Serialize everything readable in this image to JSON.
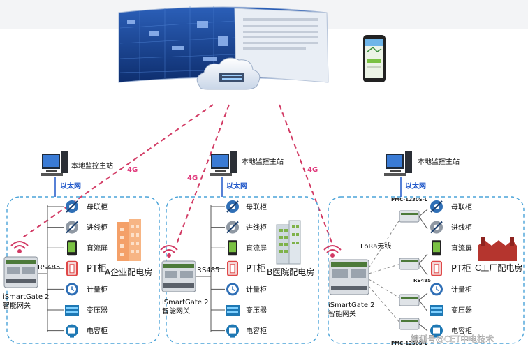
{
  "network": {
    "link_label": "4G"
  },
  "local_station": {
    "label": "本地监控主站",
    "ethernet_label": "以太网"
  },
  "gateway": {
    "model": "iSmartGate 2",
    "name": "智能网关",
    "bus_label": "RS485"
  },
  "sites": [
    {
      "name": "A企业配电房",
      "devices": [
        "母联柜",
        "进线柜",
        "直流屏",
        "PT柜",
        "计量柜",
        "变压器",
        "电容柜"
      ]
    },
    {
      "name": "B医院配电房",
      "devices": [
        "母联柜",
        "进线柜",
        "直流屏",
        "PT柜",
        "计量柜",
        "变压器",
        "电容柜"
      ]
    },
    {
      "name": "C工厂配电房",
      "devices": [
        "母联柜",
        "进线柜",
        "直流屏",
        "PT柜",
        "计量柜",
        "变压器",
        "电容柜"
      ],
      "wireless_label": "LoRa无线",
      "module_top": "PMC-1230S-L",
      "module_bottom": "PMC-1230S-L",
      "module_bus": "RS485"
    }
  ],
  "watermark": "搜狐号@CET中电技术",
  "colors": {
    "dashed_link": "#d23a64",
    "frame_dash": "#4aa3d8",
    "ethernet": "#1f57c9",
    "building_a": "#f4a068",
    "building_c": "#b5352e"
  }
}
